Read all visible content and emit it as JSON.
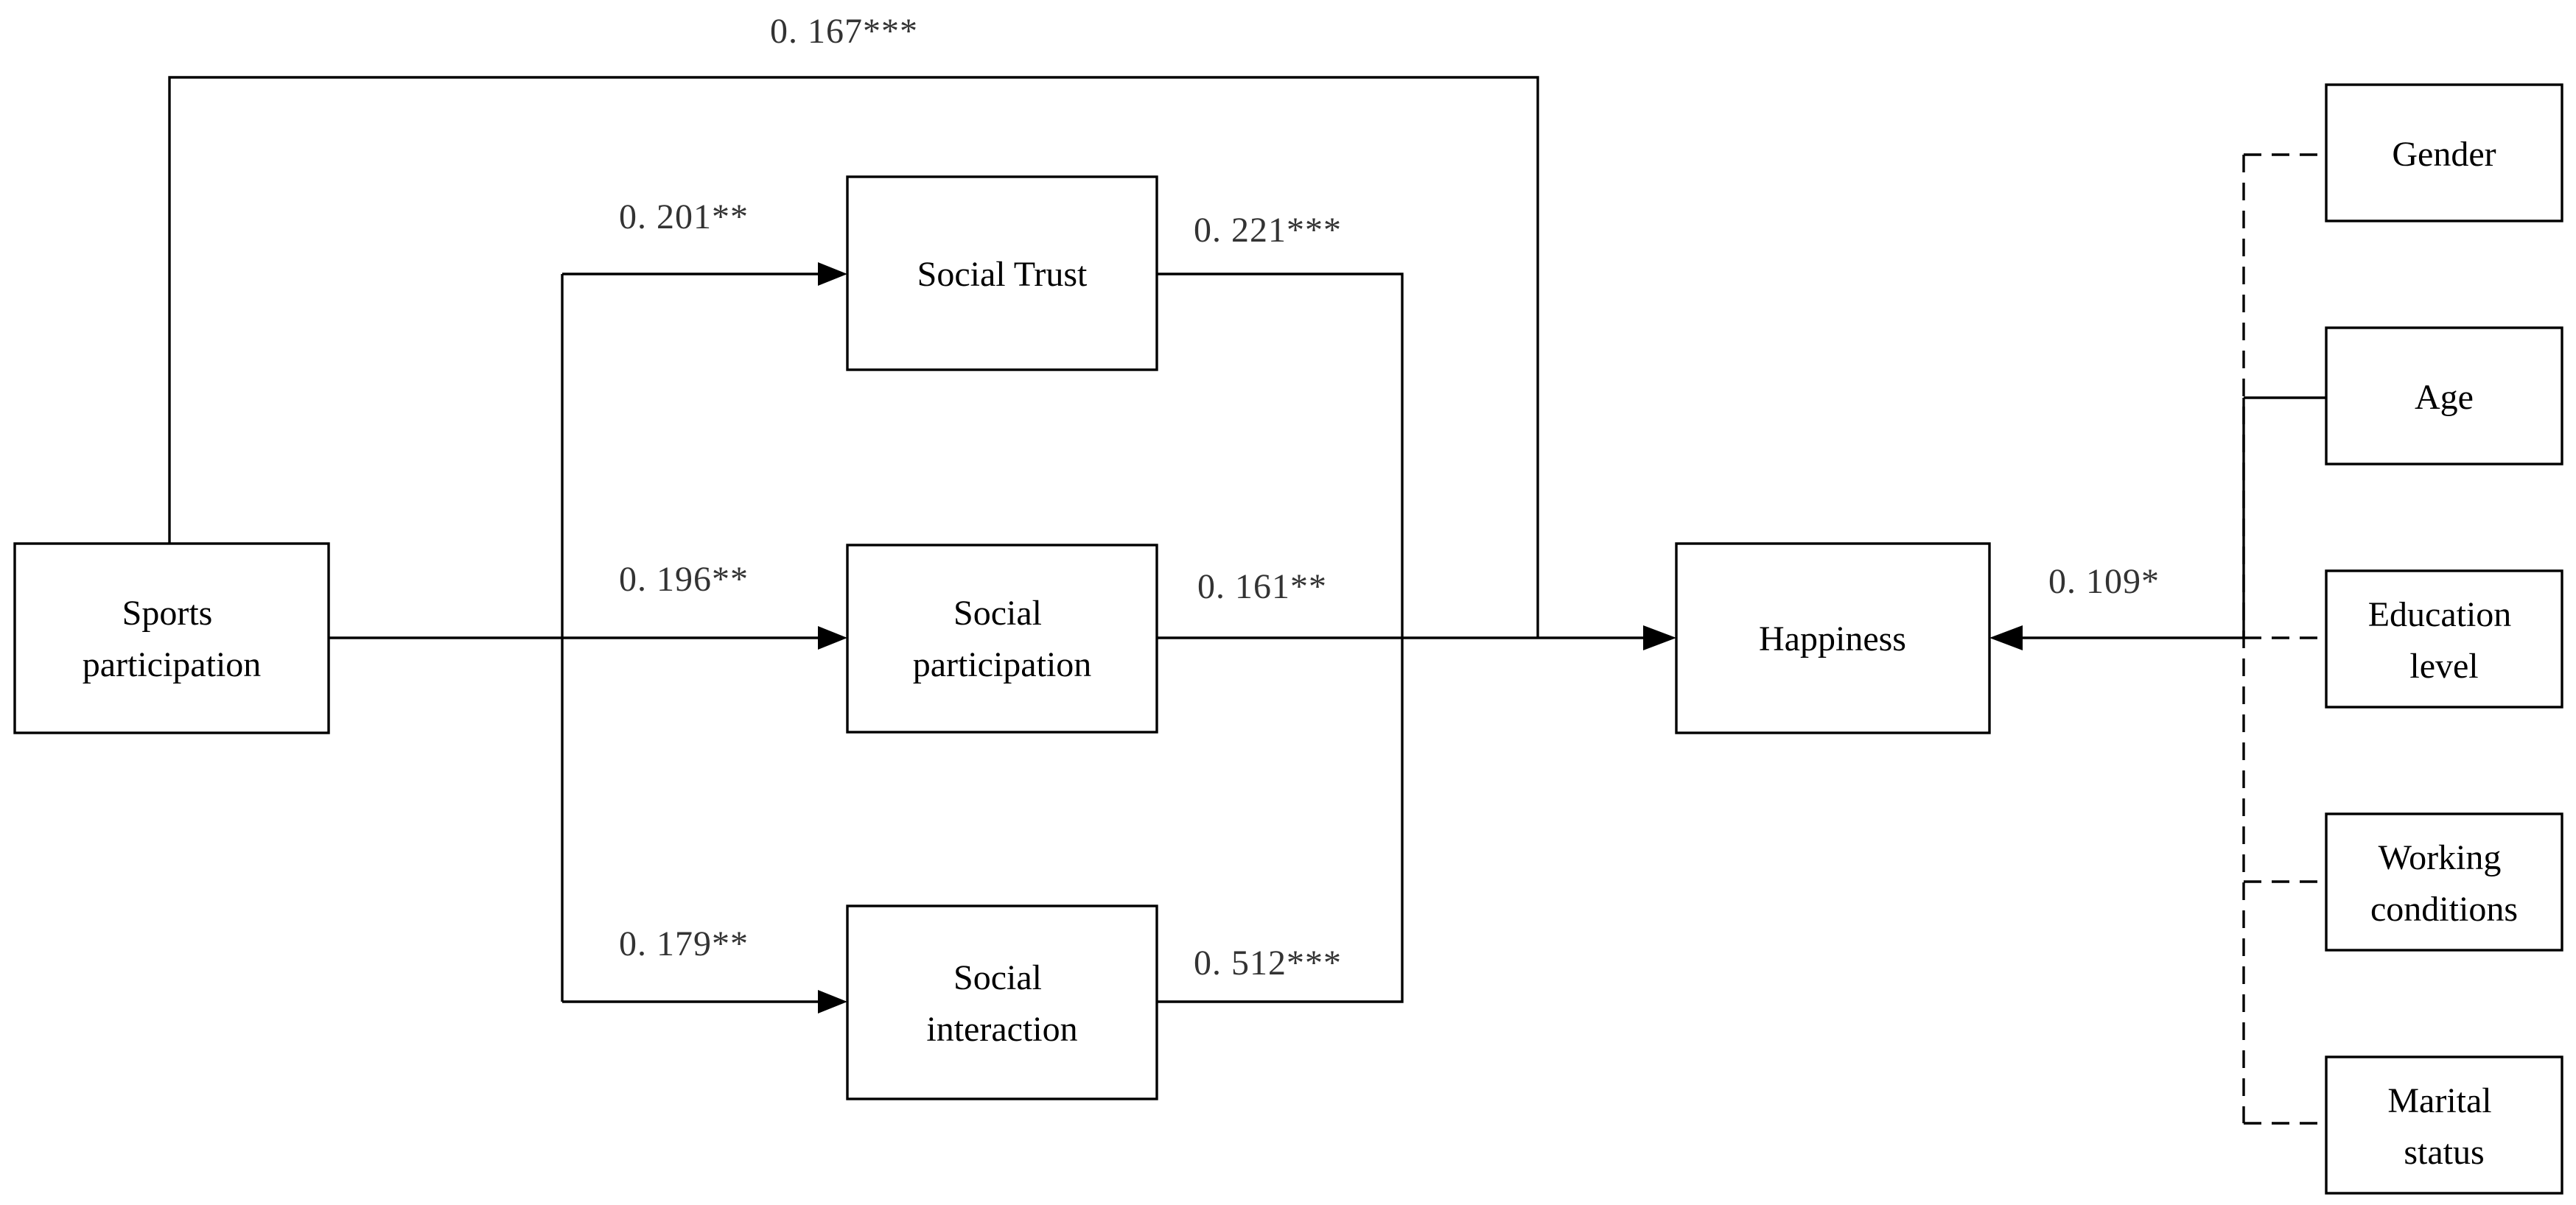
{
  "nodes": {
    "sports": {
      "line1": "Sports",
      "line2": "participation"
    },
    "trust": {
      "line1": "Social Trust"
    },
    "participation": {
      "line1": "Social",
      "line2": "participation"
    },
    "interaction": {
      "line1": "Social",
      "line2": "interaction"
    },
    "happiness": {
      "line1": "Happiness"
    },
    "gender": {
      "line1": "Gender"
    },
    "age": {
      "line1": "Age"
    },
    "education": {
      "line1": "Education",
      "line2": "level"
    },
    "working": {
      "line1": "Working",
      "line2": "conditions"
    },
    "marital": {
      "line1": "Marital",
      "line2": "status"
    }
  },
  "coefficients": {
    "direct": "0. 167***",
    "to_trust": "0. 201**",
    "to_participation": "0. 196**",
    "to_interaction": "0. 179**",
    "trust_out": "0. 221***",
    "participation_out": "0. 161**",
    "interaction_out": "0. 512***",
    "controls": "0. 109*"
  }
}
